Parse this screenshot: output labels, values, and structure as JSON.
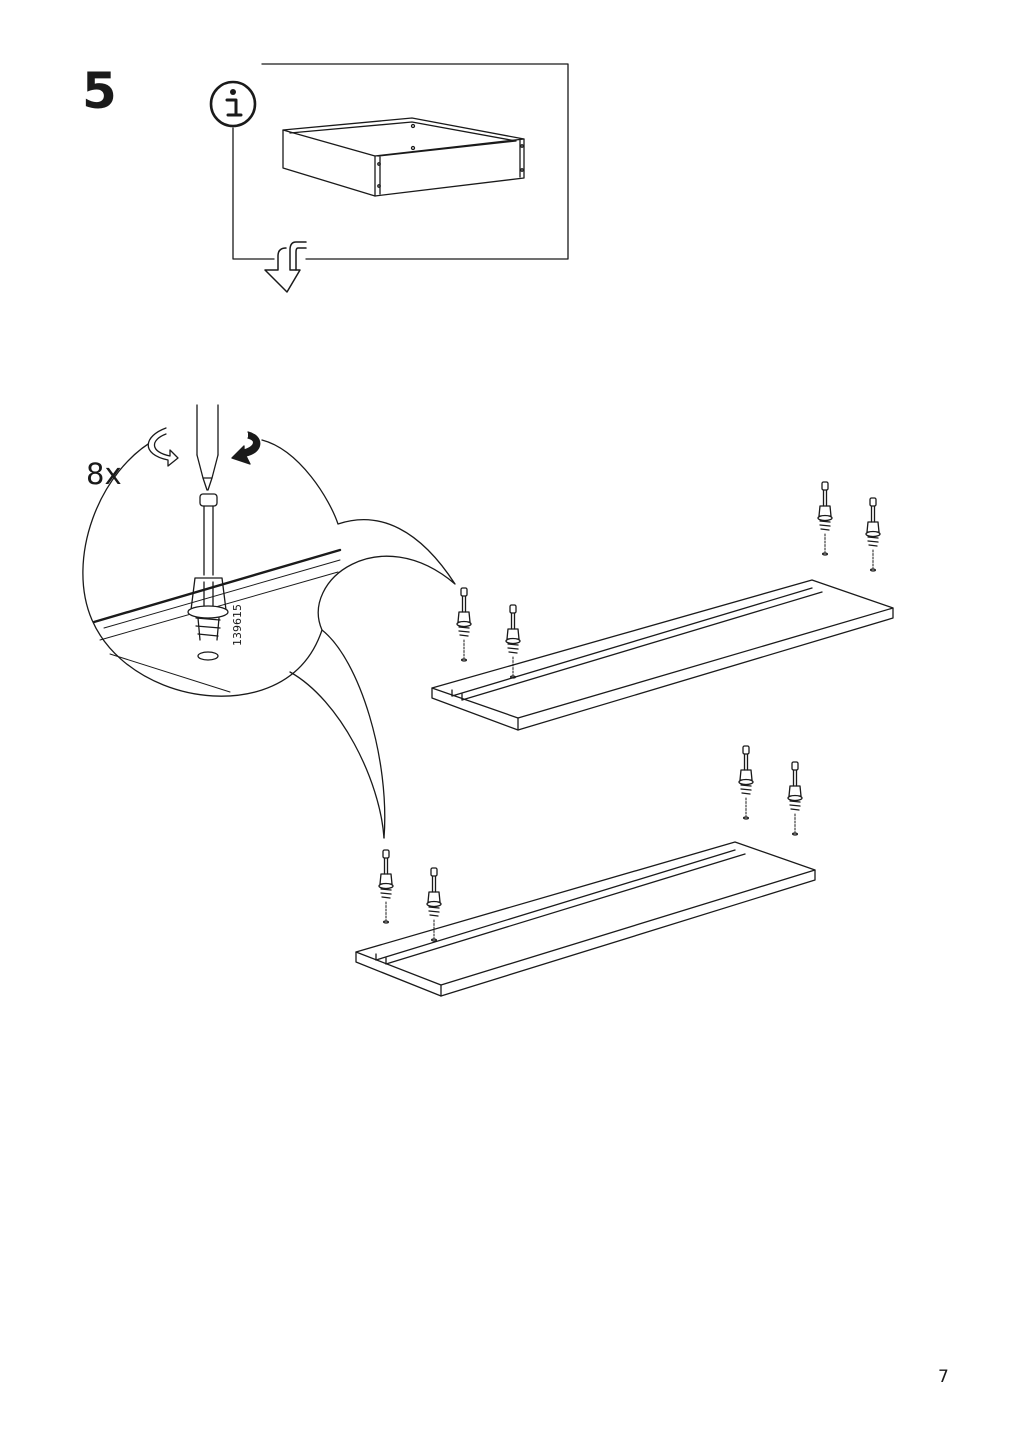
{
  "step": {
    "number": "5"
  },
  "detail": {
    "quantity": "8x",
    "part_number": "139615"
  },
  "info_icon": {
    "name": "info-icon"
  },
  "footer": {
    "page_number": "7"
  }
}
